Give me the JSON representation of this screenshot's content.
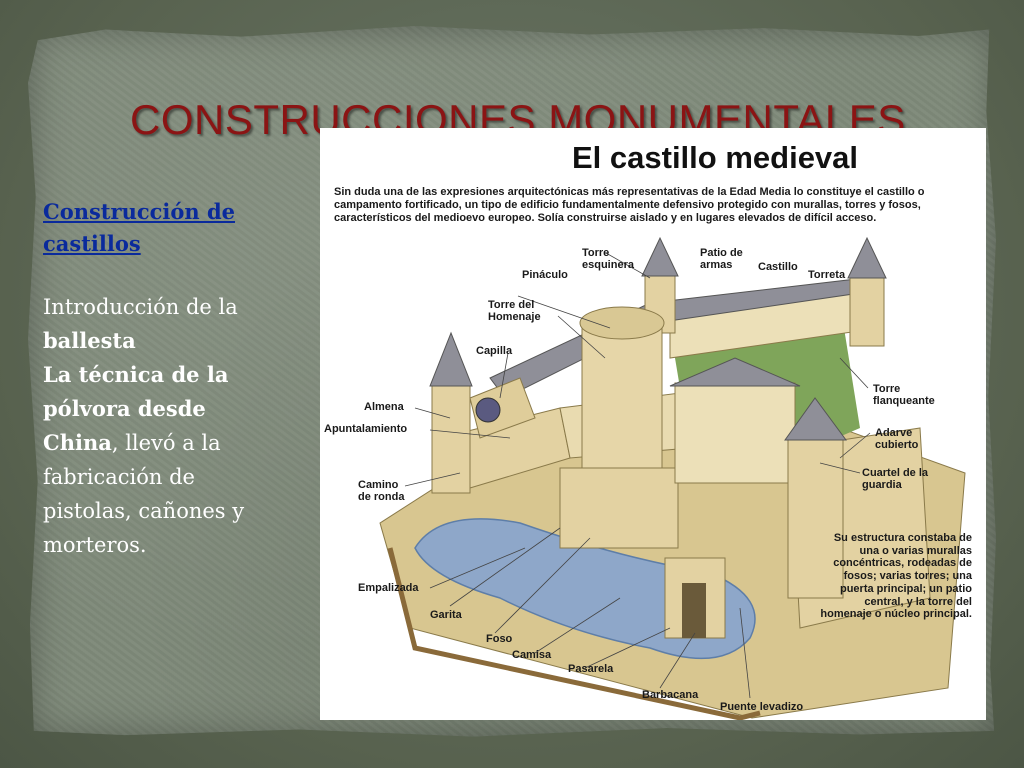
{
  "slide": {
    "title": "CONSTRUCCIONES MONUMENTALES",
    "link_text": "Construcción de castillos",
    "p1_text": "Introducción de la ",
    "p1_bold": "ballesta",
    "p2_bold1": "La técnica de la pólvora desde China",
    "p2_rest": ", llevó a la fabricación de pistolas, cañones y morteros."
  },
  "figure": {
    "title": "El castillo medieval",
    "intro": "Sin duda una de las expresiones arquitectónicas más  representativas de la Edad Media lo constituye el castillo o campamento  fortificado, un tipo de edificio fundamentalmente defensivo protegido con murallas, torres y fosos, característicos del medioevo europeo. Solía  construirse aislado y en lugares elevados de difícil acceso.",
    "labels": {
      "torre_esquinera": "Torre esquinera",
      "patio_armas": "Patio de armas",
      "castillo": "Castillo",
      "torreta": "Torreta",
      "pinaculo": "Pináculo",
      "torre_homenaje": "Torre del Homenaje",
      "capilla": "Capilla",
      "torre_flanqueante": "Torre flanqueante",
      "almena": "Almena",
      "apuntalamiento": "Apuntalamiento",
      "adarve": "Adarve cubierto",
      "cuartel": "Cuartel de la guardia",
      "camino_ronda": "Camino de ronda",
      "empalizada": "Empalizada",
      "garita": "Garita",
      "foso": "Foso",
      "camisa": "Camisa",
      "pasarela": "Pasarela",
      "barbacana": "Barbacana",
      "puente": "Puente levadizo"
    },
    "note": "Su estructura constaba de una o varias murallas concéntricas, rodeadas de fosos; varias torres; una puerta principal; un patio central, y la torre del homenaje o núcleo principal."
  },
  "colors": {
    "title": "#8b1414",
    "link": "#0a2a9c",
    "stone": "#e3d2a2",
    "roof": "#8f8f98",
    "grass": "#7fa55a",
    "water": "#8ea7c9"
  }
}
